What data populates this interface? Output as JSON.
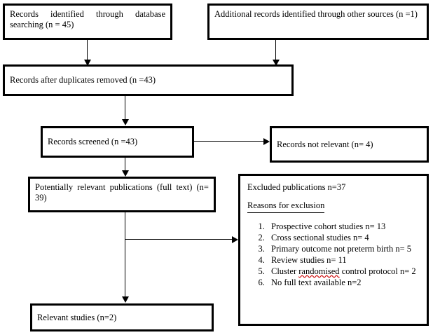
{
  "diagram": {
    "type": "prisma-flow-diagram",
    "nodes": {
      "database_search": "Records identified through database searching (n = 45)",
      "other_sources": "Additional records identified through other sources (n =1)",
      "duplicates_removed": "Records after duplicates removed (n =43)",
      "records_screened": "Records screened (n =43)",
      "records_not_relevant": "Records not relevant (n= 4)",
      "potentially_relevant": "Potentially relevant publications (full text) (n= 39)",
      "relevant_studies": "Relevant studies (n=2)"
    },
    "excluded": {
      "title": "Excluded publications n=37",
      "subtitle": "Reasons for exclusion",
      "reasons": [
        "Prospective cohort studies n= 13",
        "Cross sectional studies n= 4",
        "Primary outcome not preterm birth n= 5",
        "Review studies n= 11",
        "Cluster randomised control protocol n= 2",
        "No full text available n=2"
      ],
      "reason5_parts": {
        "before": "Cluster ",
        "misspelled": "randomised",
        "after": " control protocol n= 2"
      }
    },
    "colors": {
      "border": "#000000",
      "background": "#ffffff",
      "text": "#000000",
      "spellcheck_underline": "#d11a1a"
    }
  }
}
